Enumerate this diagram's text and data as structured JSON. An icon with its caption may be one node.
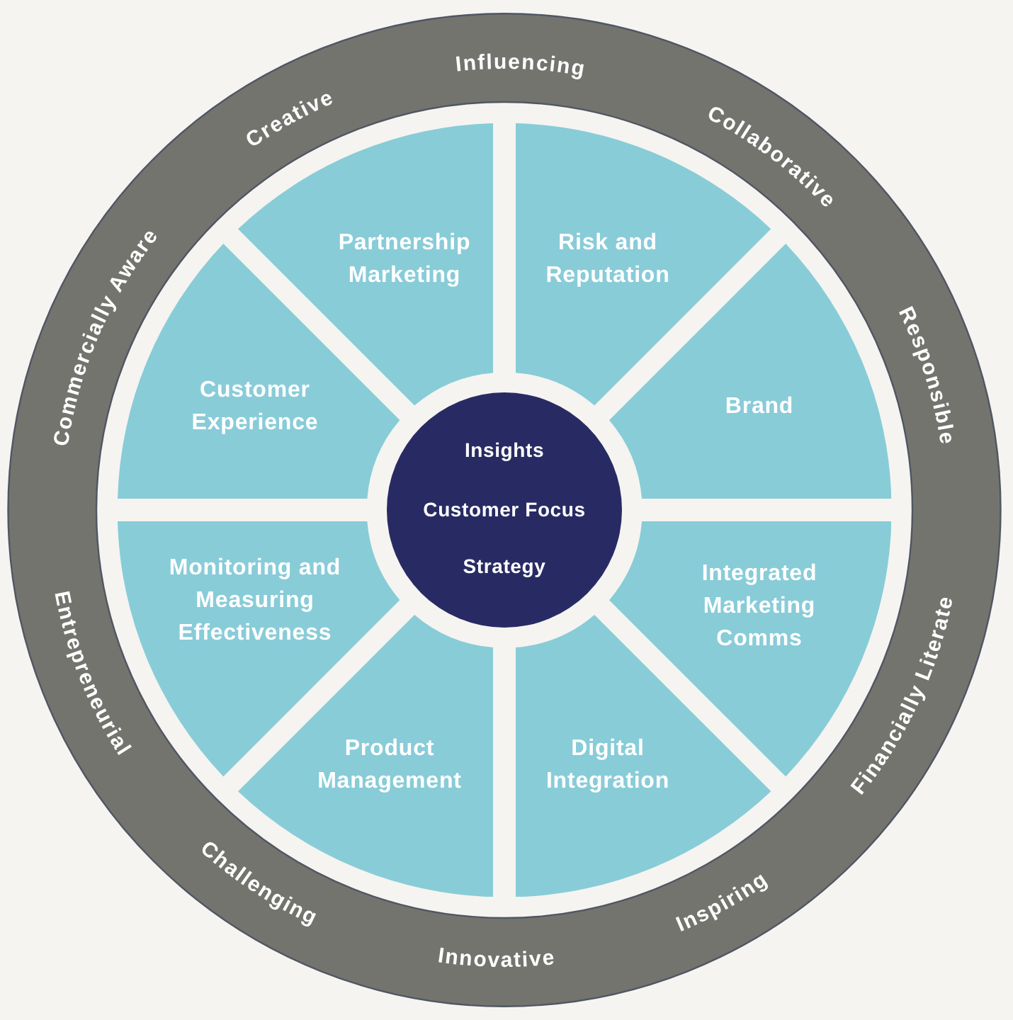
{
  "diagram": {
    "nodes": [
      {
        "text": [
          "Influencing",
          "Collaborative",
          "Responsible",
          "Financially Literate",
          "Inspiring",
          "Innovative",
          "Challenging",
          "Entrepreneurial",
          "Commercially Aware",
          "Creative"
        ]
      },
      {
        "text": [
          "Insights",
          "Customer Focus",
          "Strategy"
        ],
        "in": 0
      },
      {
        "text": [
          "Partnership Marketing"
        ],
        "in": 0
      },
      {
        "text": [
          "Risk and Reputation"
        ],
        "in": 0
      },
      {
        "text": [
          "Customer Experience"
        ],
        "in": 0
      },
      {
        "text": [
          "Brand"
        ],
        "in": 0
      },
      {
        "text": [
          "Monitoring and Measuring Effectiveness"
        ],
        "in": 0
      },
      {
        "text": [
          "Integrated Marketing Comms"
        ],
        "in": 0
      },
      {
        "text": [
          "Product Management"
        ],
        "in": 0
      },
      {
        "text": [
          "Digital Integration"
        ],
        "in": 0
      }
    ]
  }
}
